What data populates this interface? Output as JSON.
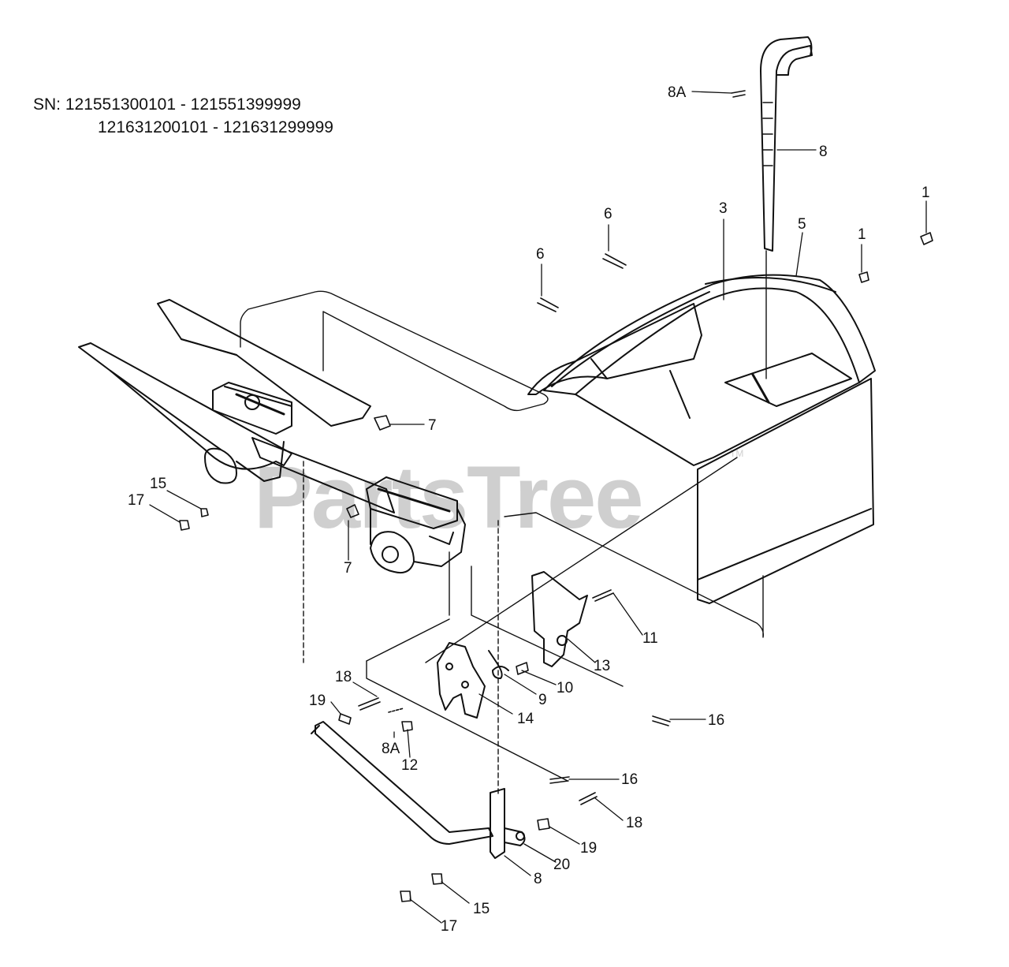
{
  "header": {
    "sn_line1": "SN: 121551300101 - 121551399999",
    "sn_line2": "121631200101 - 121631299999"
  },
  "watermark": {
    "text": "PartsTree",
    "trademark": "TM"
  },
  "callouts": [
    "8A",
    "8",
    "6",
    "3",
    "5",
    "1",
    "1",
    "6",
    "7",
    "15",
    "17",
    "7",
    "11",
    "13",
    "10",
    "9",
    "14",
    "16",
    "18",
    "19",
    "8A",
    "12",
    "16",
    "18",
    "19",
    "20",
    "8",
    "15",
    "17"
  ]
}
